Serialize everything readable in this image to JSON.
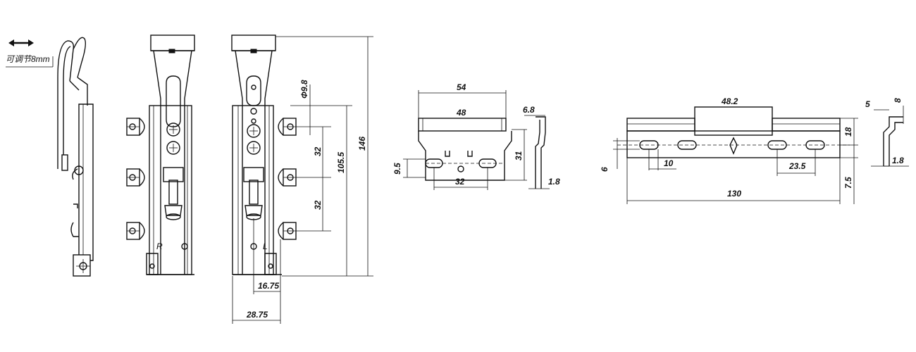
{
  "adjust_note": "可调节8mm",
  "bracket_assembly": {
    "marks": {
      "right": "R",
      "left": "L"
    },
    "dims": {
      "hole_dia": "Φ9.8",
      "pitch_1": "32",
      "pitch_2": "32",
      "span": "105.5",
      "height": "146",
      "offset_small": "16.75",
      "offset_large": "28.75"
    }
  },
  "small_plate": {
    "dims": {
      "width": "54",
      "inner_width": "48",
      "height": "31",
      "slot_pitch": "32",
      "slot_height": "9.5",
      "lip": "6.8",
      "thickness": "1.8"
    }
  },
  "long_plate": {
    "dims": {
      "center_width": "48.2",
      "slot_pitch_left": "10",
      "slot_pitch_right": "23.5",
      "length": "130",
      "left_offset": "6",
      "height": "18",
      "bottom_offset": "7.5",
      "top_lip": "5",
      "lip_height": "8",
      "thickness": "1.8"
    }
  }
}
